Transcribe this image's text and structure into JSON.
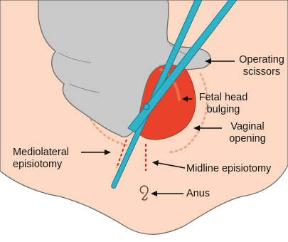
{
  "labels": {
    "operating_scissors": [
      "Operating",
      "scissors"
    ],
    "fetal_head_bulging": [
      "Fetal head",
      "bulging"
    ],
    "vaginal_opening": [
      "Vaginal",
      "opening"
    ],
    "mediolateral_episiotomy": [
      "Mediolateral",
      "episiotomy"
    ],
    "midline_episiotomy": "Midline episiotomy",
    "anus": "Anus"
  },
  "colors": {
    "skin": "#fbd9c3",
    "outline": "#6b6b6b",
    "glove": "#c9c9c9",
    "fetal_head": "#e8432a",
    "scissors": "#2fb3c8",
    "incision": "#d0281e",
    "opening_dots": "#e7a98c"
  }
}
